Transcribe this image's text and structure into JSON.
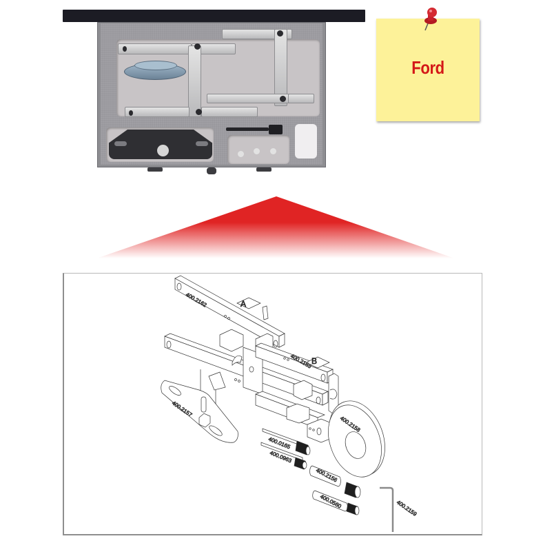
{
  "product": {
    "brand_note": "Ford",
    "case_photo_alt": "Engine timing tool kit in black case with gray foam insert"
  },
  "colors": {
    "note_background": "#fdf299",
    "note_text": "#d41818",
    "pin": "#c8202a",
    "arrow_red": "#e02424",
    "case_lid": "#1c1c24",
    "foam": "#9a999e",
    "diagram_border": "#8e8e8e"
  },
  "diagram": {
    "section_letters": [
      "A",
      "B"
    ],
    "parts": [
      {
        "id": "400.2162",
        "label": "400.2162"
      },
      {
        "id": "400.2163",
        "label": "400.2163"
      },
      {
        "id": "400.2157",
        "label": "400.2157"
      },
      {
        "id": "400.2158",
        "label": "400.2158"
      },
      {
        "id": "400.0165",
        "label": "400.0165"
      },
      {
        "id": "400.0963",
        "label": "400.0963"
      },
      {
        "id": "400.2156",
        "label": "400.2156"
      },
      {
        "id": "400.0560",
        "label": "400.0560"
      },
      {
        "id": "400.2159",
        "label": "400.2159"
      }
    ]
  }
}
